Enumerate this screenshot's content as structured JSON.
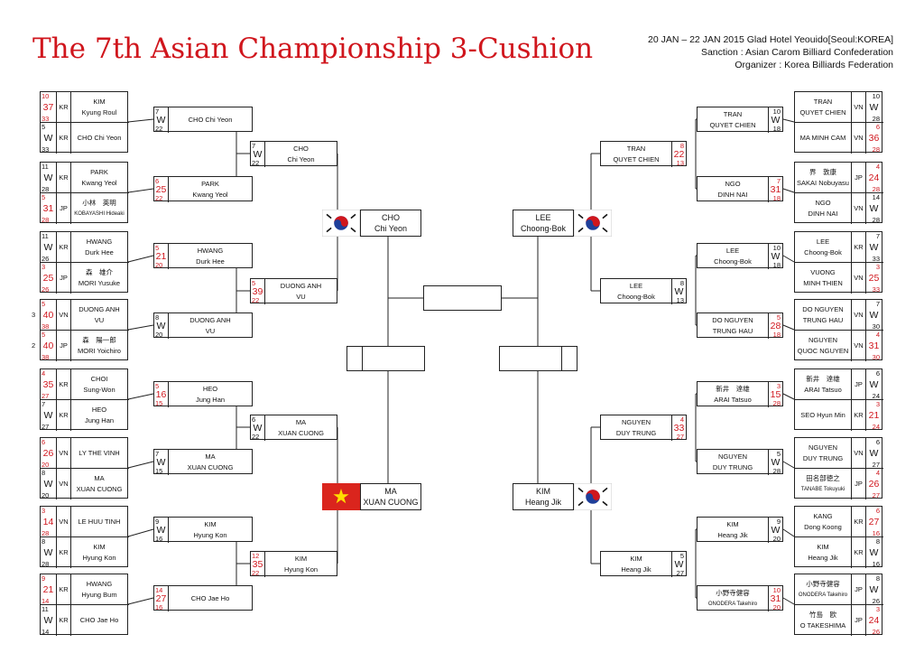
{
  "header": {
    "title": "The 7th Asian Championship 3-Cushion",
    "date_venue": "20 JAN – 22 JAN 2015  Glad Hotel Yeouido[Seoul:KOREA]",
    "sanction": "Sanction : Asian Carom Billiard Confederation",
    "organizer": "Organizer : Korea Billiards Federation"
  },
  "colors": {
    "title_red": "#d0161d",
    "score_red": "#d0161d",
    "score_blue": "#2233aa",
    "line": "#222222"
  },
  "left": {
    "r1": [
      {
        "top": {
          "a": "10",
          "b": "37",
          "c": "33",
          "nat": "KR",
          "n1": "KIM",
          "n2": "Kyung Roul"
        },
        "bot": {
          "a": "5",
          "b": "W",
          "c": "33",
          "nat": "KR",
          "n1": "CHO Chi Yeon",
          "n2": ""
        }
      },
      {
        "top": {
          "a": "11",
          "b": "W",
          "c": "28",
          "nat": "KR",
          "n1": "PARK",
          "n2": "Kwang Yeol"
        },
        "bot": {
          "a": "5",
          "b": "31",
          "c": "28",
          "nat": "JP",
          "n1": "小林　英明",
          "n2": "KOBAYASHI Hideaki"
        }
      },
      {
        "top": {
          "a": "11",
          "b": "W",
          "c": "26",
          "nat": "KR",
          "n1": "HWANG",
          "n2": "Durk Hee"
        },
        "bot": {
          "a": "3",
          "b": "25",
          "c": "26",
          "nat": "JP",
          "n1": "森　雄介",
          "n2": "MORI Yusuke"
        }
      },
      {
        "top": {
          "a": "5",
          "b": "40",
          "c": "38",
          "x": "3",
          "nat": "VN",
          "n1": "DUONG ANH",
          "n2": "VU"
        },
        "bot": {
          "a": "5",
          "b": "40",
          "c": "38",
          "x": "2",
          "nat": "JP",
          "n1": "森　陽一郎",
          "n2": "MORI Yoichiro"
        }
      },
      {
        "top": {
          "a": "4",
          "b": "35",
          "c": "27",
          "nat": "KR",
          "n1": "CHOI",
          "n2": "Sung-Won"
        },
        "bot": {
          "a": "7",
          "b": "W",
          "c": "27",
          "nat": "KR",
          "n1": "HEO",
          "n2": "Jung Han"
        }
      },
      {
        "top": {
          "a": "6",
          "b": "26",
          "c": "20",
          "nat": "VN",
          "n1": "LY THE VINH",
          "n2": ""
        },
        "bot": {
          "a": "8",
          "b": "W",
          "c": "20",
          "nat": "VN",
          "n1": "MA",
          "n2": "XUAN CUONG"
        }
      },
      {
        "top": {
          "a": "3",
          "b": "14",
          "c": "28",
          "nat": "VN",
          "n1": "LE HUU TINH",
          "n2": ""
        },
        "bot": {
          "a": "8",
          "b": "W",
          "c": "28",
          "nat": "KR",
          "n1": "KIM",
          "n2": "Hyung Kon"
        }
      },
      {
        "top": {
          "a": "9",
          "b": "21",
          "c": "14",
          "nat": "KR",
          "n1": "HWANG",
          "n2": "Hyung Bum"
        },
        "bot": {
          "a": "11",
          "b": "W",
          "c": "14",
          "nat": "KR",
          "n1": "CHO Jae Ho",
          "n2": ""
        }
      }
    ],
    "r2": [
      {
        "a": "7",
        "b": "W",
        "c": "22",
        "n1": "CHO Chi Yeon",
        "n2": ""
      },
      {
        "a": "6",
        "b": "25",
        "c": "22",
        "n1": "PARK",
        "n2": "Kwang Yeol"
      },
      {
        "a": "5",
        "b": "21",
        "c": "20",
        "n1": "HWANG",
        "n2": "Durk Hee"
      },
      {
        "a": "8",
        "b": "W",
        "c": "20",
        "n1": "DUONG ANH",
        "n2": "VU"
      },
      {
        "a": "5",
        "b": "16",
        "c": "15",
        "n1": "HEO",
        "n2": "Jung Han"
      },
      {
        "a": "7",
        "b": "W",
        "c": "15",
        "n1": "MA",
        "n2": "XUAN CUONG"
      },
      {
        "a": "9",
        "b": "W",
        "c": "16",
        "n1": "KIM",
        "n2": "Hyung Kon"
      },
      {
        "a": "14",
        "b": "27",
        "c": "16",
        "n1": "CHO Jae Ho",
        "n2": ""
      }
    ],
    "r3": [
      {
        "a": "7",
        "b": "W",
        "c": "22",
        "n1": "CHO",
        "n2": "Chi Yeon"
      },
      {
        "a": "5",
        "b": "39",
        "c": "22",
        "n1": "DUONG ANH",
        "n2": "VU"
      },
      {
        "a": "6",
        "b": "W",
        "c": "22",
        "n1": "MA",
        "n2": "XUAN CUONG"
      },
      {
        "a": "12",
        "b": "35",
        "c": "22",
        "n1": "KIM",
        "n2": "Hyung Kon"
      }
    ],
    "qf": [
      {
        "flag": "kr",
        "n1": "CHO",
        "n2": "Chi Yeon"
      },
      {
        "flag": "vn",
        "n1": "MA",
        "n2": "XUAN CUONG"
      }
    ]
  },
  "right": {
    "r1": [
      {
        "top": {
          "a": "10",
          "b": "W",
          "c": "28",
          "nat": "VN",
          "n1": "TRAN",
          "n2": "QUYET CHIEN"
        },
        "bot": {
          "a": "6",
          "b": "36",
          "c": "28",
          "nat": "VN",
          "n1": "MA MINH CAM",
          "n2": ""
        }
      },
      {
        "top": {
          "a": "4",
          "b": "24",
          "c": "28",
          "nat": "JP",
          "n1": "界　敦康",
          "n2": "SAKAI Nobuyasu"
        },
        "bot": {
          "a": "14",
          "b": "W",
          "c": "28",
          "nat": "VN",
          "n1": "NGO",
          "n2": "DINH NAI"
        }
      },
      {
        "top": {
          "a": "7",
          "b": "W",
          "c": "33",
          "nat": "KR",
          "n1": "LEE",
          "n2": "Choong-Bok"
        },
        "bot": {
          "a": "3",
          "b": "25",
          "c": "33",
          "nat": "VN",
          "n1": "VUONG",
          "n2": "MINH THIEN"
        }
      },
      {
        "top": {
          "a": "7",
          "b": "W",
          "c": "30",
          "nat": "VN",
          "n1": "DO NGUYEN",
          "n2": "TRUNG HAU"
        },
        "bot": {
          "a": "4",
          "b": "31",
          "c": "30",
          "nat": "VN",
          "n1": "NGUYEN",
          "n2": "QUOC NGUYEN"
        }
      },
      {
        "top": {
          "a": "6",
          "b": "W",
          "c": "24",
          "nat": "JP",
          "n1": "新井　達雄",
          "n2": "ARAI Tatsuo"
        },
        "bot": {
          "a": "3",
          "b": "21",
          "c": "24",
          "nat": "KR",
          "n1": "SEO Hyun Min",
          "n2": ""
        }
      },
      {
        "top": {
          "a": "6",
          "b": "W",
          "c": "27",
          "nat": "VN",
          "n1": "NGUYEN",
          "n2": "DUY TRUNG"
        },
        "bot": {
          "a": "4",
          "b": "26",
          "c": "27",
          "nat": "JP",
          "n1": "田名部徳之",
          "n2": "TANABE Tokuyuki"
        }
      },
      {
        "top": {
          "a": "6",
          "b": "27",
          "c": "16",
          "nat": "KR",
          "n1": "KANG",
          "n2": "Dong Koong"
        },
        "bot": {
          "a": "8",
          "b": "W",
          "c": "16",
          "nat": "KR",
          "n1": "KIM",
          "n2": "Heang Jik"
        }
      },
      {
        "top": {
          "a": "8",
          "b": "W",
          "c": "26",
          "nat": "JP",
          "n1": "小野寺健容",
          "n2": "ONODERA Takehiro"
        },
        "bot": {
          "a": "3",
          "b": "24",
          "c": "26",
          "nat": "JP",
          "n1": "竹島　欧",
          "n2": "O TAKESHIMA"
        }
      }
    ],
    "r2": [
      {
        "a": "10",
        "b": "W",
        "c": "18",
        "n1": "TRAN",
        "n2": "QUYET CHIEN"
      },
      {
        "a": "7",
        "b": "31",
        "c": "18",
        "n1": "NGO",
        "n2": "DINH NAI"
      },
      {
        "a": "10",
        "b": "W",
        "c": "18",
        "n1": "LEE",
        "n2": "Choong-Bok"
      },
      {
        "a": "5",
        "b": "28",
        "c": "18",
        "n1": "DO NGUYEN",
        "n2": "TRUNG HAU"
      },
      {
        "a": "3",
        "b": "15",
        "c": "28",
        "n1": "新井　達雄",
        "n2": "ARAI Tatsuo"
      },
      {
        "a": "5",
        "b": "W",
        "c": "28",
        "n1": "NGUYEN",
        "n2": "DUY TRUNG"
      },
      {
        "a": "9",
        "b": "W",
        "c": "20",
        "n1": "KIM",
        "n2": "Heang Jik"
      },
      {
        "a": "10",
        "b": "31",
        "c": "20",
        "n1": "小野寺健容",
        "n2": "ONODERA Takehiro"
      }
    ],
    "r3": [
      {
        "a": "8",
        "b": "22",
        "c": "13",
        "n1": "TRAN",
        "n2": "QUYET CHIEN"
      },
      {
        "a": "8",
        "b": "W",
        "c": "13",
        "n1": "LEE",
        "n2": "Choong-Bok"
      },
      {
        "a": "4",
        "b": "33",
        "c": "27",
        "n1": "NGUYEN",
        "n2": "DUY TRUNG"
      },
      {
        "a": "5",
        "b": "W",
        "c": "27",
        "n1": "KIM",
        "n2": "Heang Jik"
      }
    ],
    "qf": [
      {
        "flag": "kr",
        "n1": "LEE",
        "n2": "Choong-Bok"
      },
      {
        "flag": "kr",
        "n1": "KIM",
        "n2": "Heang Jik"
      }
    ]
  }
}
